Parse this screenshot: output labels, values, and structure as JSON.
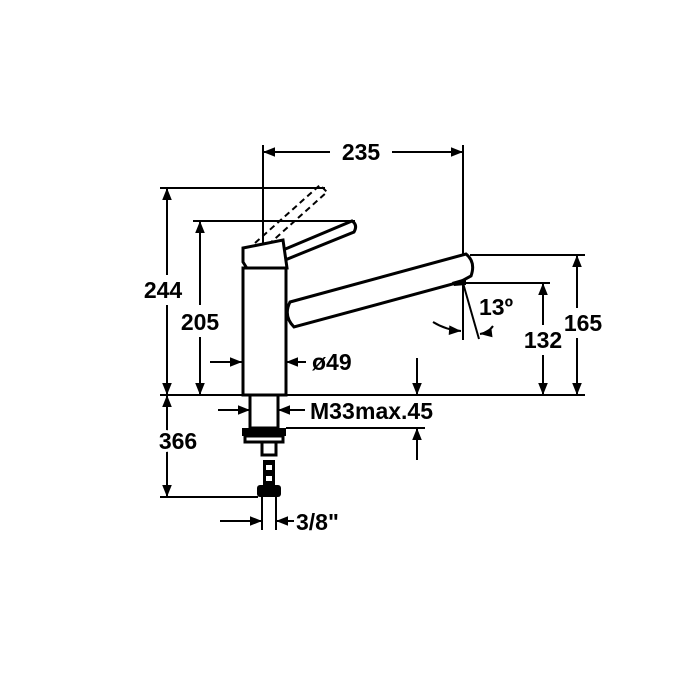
{
  "title": "Kitchen faucet dimension drawing",
  "dimensions": {
    "spout_reach": "235",
    "total_height_lever_up": "244",
    "height_lever": "205",
    "spout_height": "165",
    "spout_outlet_height": "132",
    "spout_angle": "13º",
    "body_diameter": "ø49",
    "thread": "M33",
    "max_counter_thickness": "max.45",
    "below_counter_length": "366",
    "connection": "3/8\""
  },
  "colors": {
    "line": "#000000",
    "background": "#ffffff"
  }
}
